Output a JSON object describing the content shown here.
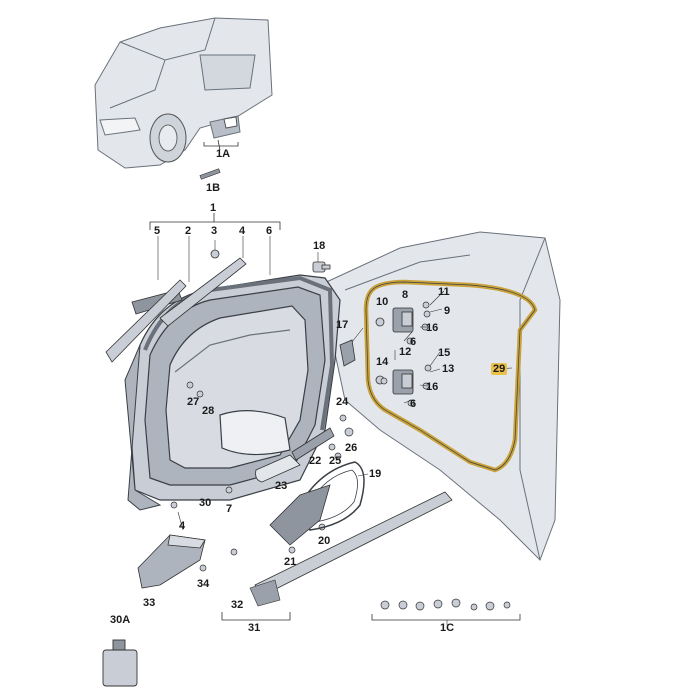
{
  "diagram": {
    "labels": [
      {
        "id": "1A",
        "text": "1A"
      },
      {
        "id": "1B",
        "text": "1B"
      },
      {
        "id": "1",
        "text": "1"
      },
      {
        "id": "5",
        "text": "5"
      },
      {
        "id": "2",
        "text": "2"
      },
      {
        "id": "3",
        "text": "3"
      },
      {
        "id": "4a",
        "text": "4"
      },
      {
        "id": "6a",
        "text": "6"
      },
      {
        "id": "18",
        "text": "18"
      },
      {
        "id": "11",
        "text": "11"
      },
      {
        "id": "8",
        "text": "8"
      },
      {
        "id": "10",
        "text": "10"
      },
      {
        "id": "9",
        "text": "9"
      },
      {
        "id": "16a",
        "text": "16"
      },
      {
        "id": "17",
        "text": "17"
      },
      {
        "id": "6b",
        "text": "6"
      },
      {
        "id": "12",
        "text": "12"
      },
      {
        "id": "15",
        "text": "15"
      },
      {
        "id": "14",
        "text": "14"
      },
      {
        "id": "13",
        "text": "13"
      },
      {
        "id": "16b",
        "text": "16"
      },
      {
        "id": "6c",
        "text": "6"
      },
      {
        "id": "29",
        "text": "29"
      },
      {
        "id": "27",
        "text": "27"
      },
      {
        "id": "28",
        "text": "28"
      },
      {
        "id": "24",
        "text": "24"
      },
      {
        "id": "26",
        "text": "26"
      },
      {
        "id": "22",
        "text": "22"
      },
      {
        "id": "25",
        "text": "25"
      },
      {
        "id": "19",
        "text": "19"
      },
      {
        "id": "23",
        "text": "23"
      },
      {
        "id": "30",
        "text": "30"
      },
      {
        "id": "7",
        "text": "7"
      },
      {
        "id": "4b",
        "text": "4"
      },
      {
        "id": "20",
        "text": "20"
      },
      {
        "id": "21",
        "text": "21"
      },
      {
        "id": "34",
        "text": "34"
      },
      {
        "id": "33",
        "text": "33"
      },
      {
        "id": "32",
        "text": "32"
      },
      {
        "id": "31",
        "text": "31"
      },
      {
        "id": "1C",
        "text": "1C"
      },
      {
        "id": "30A",
        "text": "30A"
      }
    ]
  },
  "colors": {
    "outline": "#3a3f46",
    "part_fill": "#c9ced6",
    "part_dark": "#8e959f",
    "body_fill": "#e3e7ec",
    "seal_highlight": "#c9a23a",
    "label_highlight": "#e8c04a"
  }
}
